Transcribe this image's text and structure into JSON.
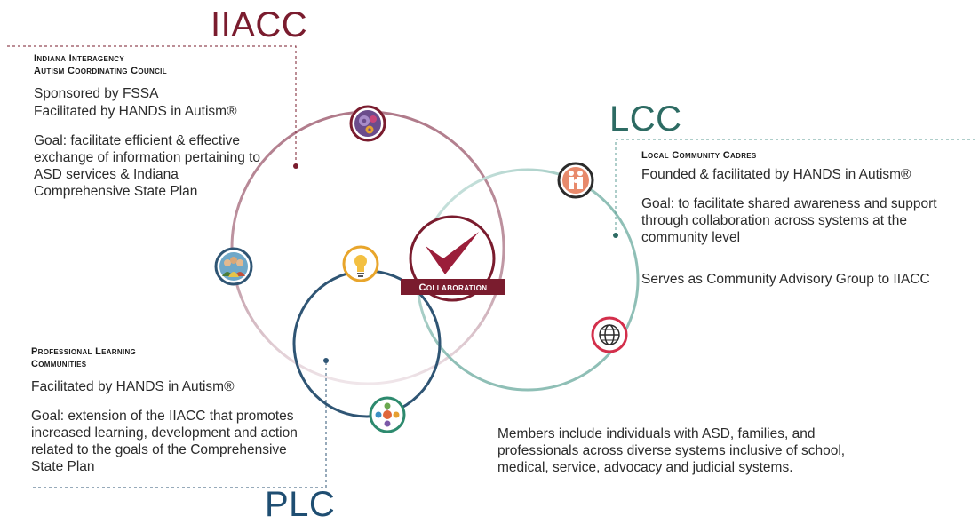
{
  "iiacc": {
    "acronym": "IIACC",
    "heading_line1": "Indiana Interagency",
    "heading_line2": "Autism Coordinating Council",
    "sponsor": "Sponsored by FSSA",
    "facilitator": "Facilitated by HANDS in Autism®",
    "goal": "Goal: facilitate efficient & effective exchange of information pertaining to ASD services & Indiana Comprehensive State Plan"
  },
  "lcc": {
    "acronym": "LCC",
    "heading": "Local Community Cadres",
    "founder": "Founded & facilitated by HANDS in Autism®",
    "goal": "Goal: to facilitate shared awareness and support through collaboration across systems at the community level",
    "advisory": "Serves as Community Advisory Group to IIACC"
  },
  "plc": {
    "acronym": "PLC",
    "heading_line1": "Professional Learning",
    "heading_line2": "Communities",
    "facilitator": "Facilitated by HANDS in Autism®",
    "goal": "Goal: extension of the IIACC that promotes increased learning, development and action related to the goals of the Comprehensive State Plan"
  },
  "center": {
    "label": "Collaboration"
  },
  "members_note": "Members include individuals with ASD, families, and professionals across diverse systems inclusive of school, medical, service, advocacy and judicial systems.",
  "icons": [
    "gears-icon",
    "people-group-icon",
    "lightbulb-icon",
    "family-icon",
    "globe-icon",
    "network-icon",
    "checkmark-icon"
  ],
  "colors": {
    "iiacc": "#7a1c2e",
    "lcc": "#5e9e94",
    "plc": "#2f5574",
    "bulb": "#e8a52b",
    "red_accent": "#d32f4b",
    "green_accent": "#6aa84f"
  }
}
